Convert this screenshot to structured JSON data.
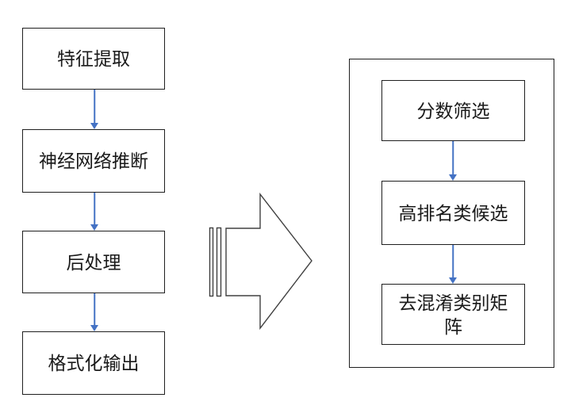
{
  "colors": {
    "background": "#ffffff",
    "text": "#1a1a1a",
    "box-border": "#1f1f1f",
    "shape-outline": "#404040",
    "connector": "#4472C4"
  },
  "left_flow": {
    "steps": [
      "特征提取",
      "神经网络推断",
      "后处理",
      "格式化输出"
    ]
  },
  "transition": {
    "icon": "striped-right-arrow"
  },
  "right_flow": {
    "steps": [
      "分数筛选",
      "高排名类候选",
      "去混淆类别矩阵"
    ]
  }
}
